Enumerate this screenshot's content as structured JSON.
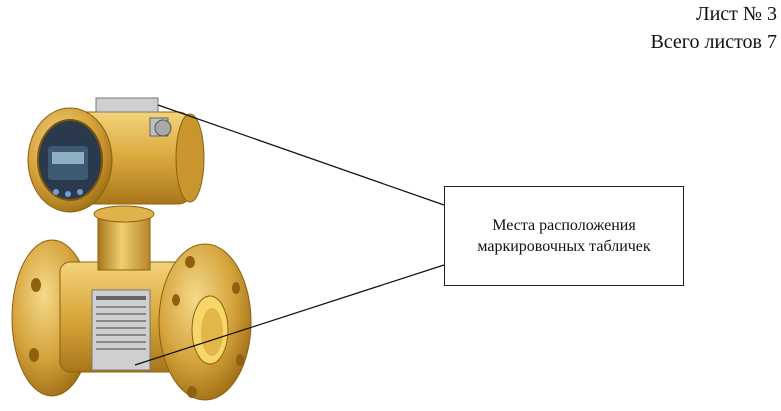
{
  "header": {
    "sheet_number": "Лист № 3",
    "total_sheets": "Всего листов 7"
  },
  "callout": {
    "text": "Места расположения маркировочных табличек"
  },
  "colors": {
    "brass": "#d4a23a",
    "brass_dark": "#a8761a",
    "brass_light": "#f0cf6e",
    "display": "#1d2a3a",
    "plate": "#c9c9c9"
  }
}
